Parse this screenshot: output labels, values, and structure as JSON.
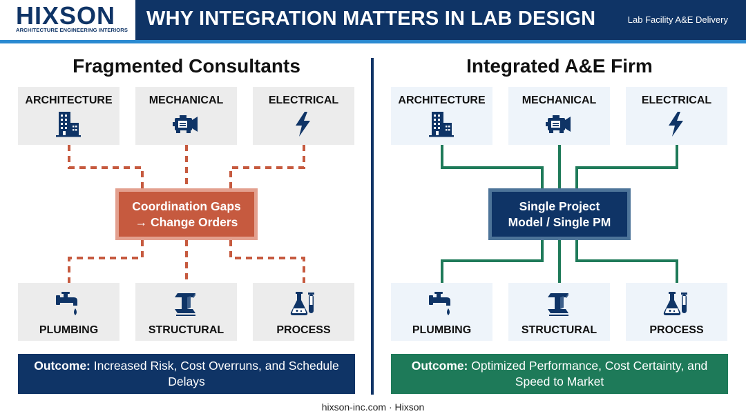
{
  "brand": {
    "logo": "HIXSON",
    "tagline": "ARCHITECTURE ENGINEERING INTERIORS"
  },
  "header": {
    "title": "WHY INTEGRATION MATTERS IN LAB DESIGN",
    "tag": "Lab Facility A&E Delivery"
  },
  "left": {
    "title": "Fragmented Consultants",
    "top": [
      {
        "label": "ARCHITECTURE",
        "icon": "building-icon"
      },
      {
        "label": "MECHANICAL",
        "icon": "motor-icon"
      },
      {
        "label": "ELECTRICAL",
        "icon": "lightning-icon"
      }
    ],
    "bottom": [
      {
        "label": "PLUMBING",
        "icon": "faucet-icon"
      },
      {
        "label": "STRUCTURAL",
        "icon": "steel-beam-icon"
      },
      {
        "label": "PROCESS",
        "icon": "lab-flask-icon"
      }
    ],
    "center": {
      "line1": "Coordination Gaps",
      "line2": "→ Change Orders"
    },
    "outcome": {
      "label": "Outcome:",
      "text": " Increased Risk, Cost Overruns, and Schedule Delays"
    },
    "connector_color": "#c65a3f"
  },
  "right": {
    "title": "Integrated A&E Firm",
    "top": [
      {
        "label": "ARCHITECTURE",
        "icon": "building-icon"
      },
      {
        "label": "MECHANICAL",
        "icon": "motor-icon"
      },
      {
        "label": "ELECTRICAL",
        "icon": "lightning-icon"
      }
    ],
    "bottom": [
      {
        "label": "PLUMBING",
        "icon": "faucet-icon"
      },
      {
        "label": "STRUCTURAL",
        "icon": "steel-beam-icon"
      },
      {
        "label": "PROCESS",
        "icon": "lab-flask-icon"
      }
    ],
    "center": {
      "line1": "Single Project",
      "line2": "Model / Single PM"
    },
    "outcome": {
      "label": "Outcome:",
      "text": " Optimized Performance, Cost Certainty, and Speed to Market"
    },
    "connector_color": "#1e7a59"
  },
  "footer": "hixson-inc.com · Hixson",
  "colors": {
    "navy": "#0f3466",
    "accent_blue": "#2a8ad1",
    "rust": "#c65a3f",
    "green": "#1e7a59"
  }
}
